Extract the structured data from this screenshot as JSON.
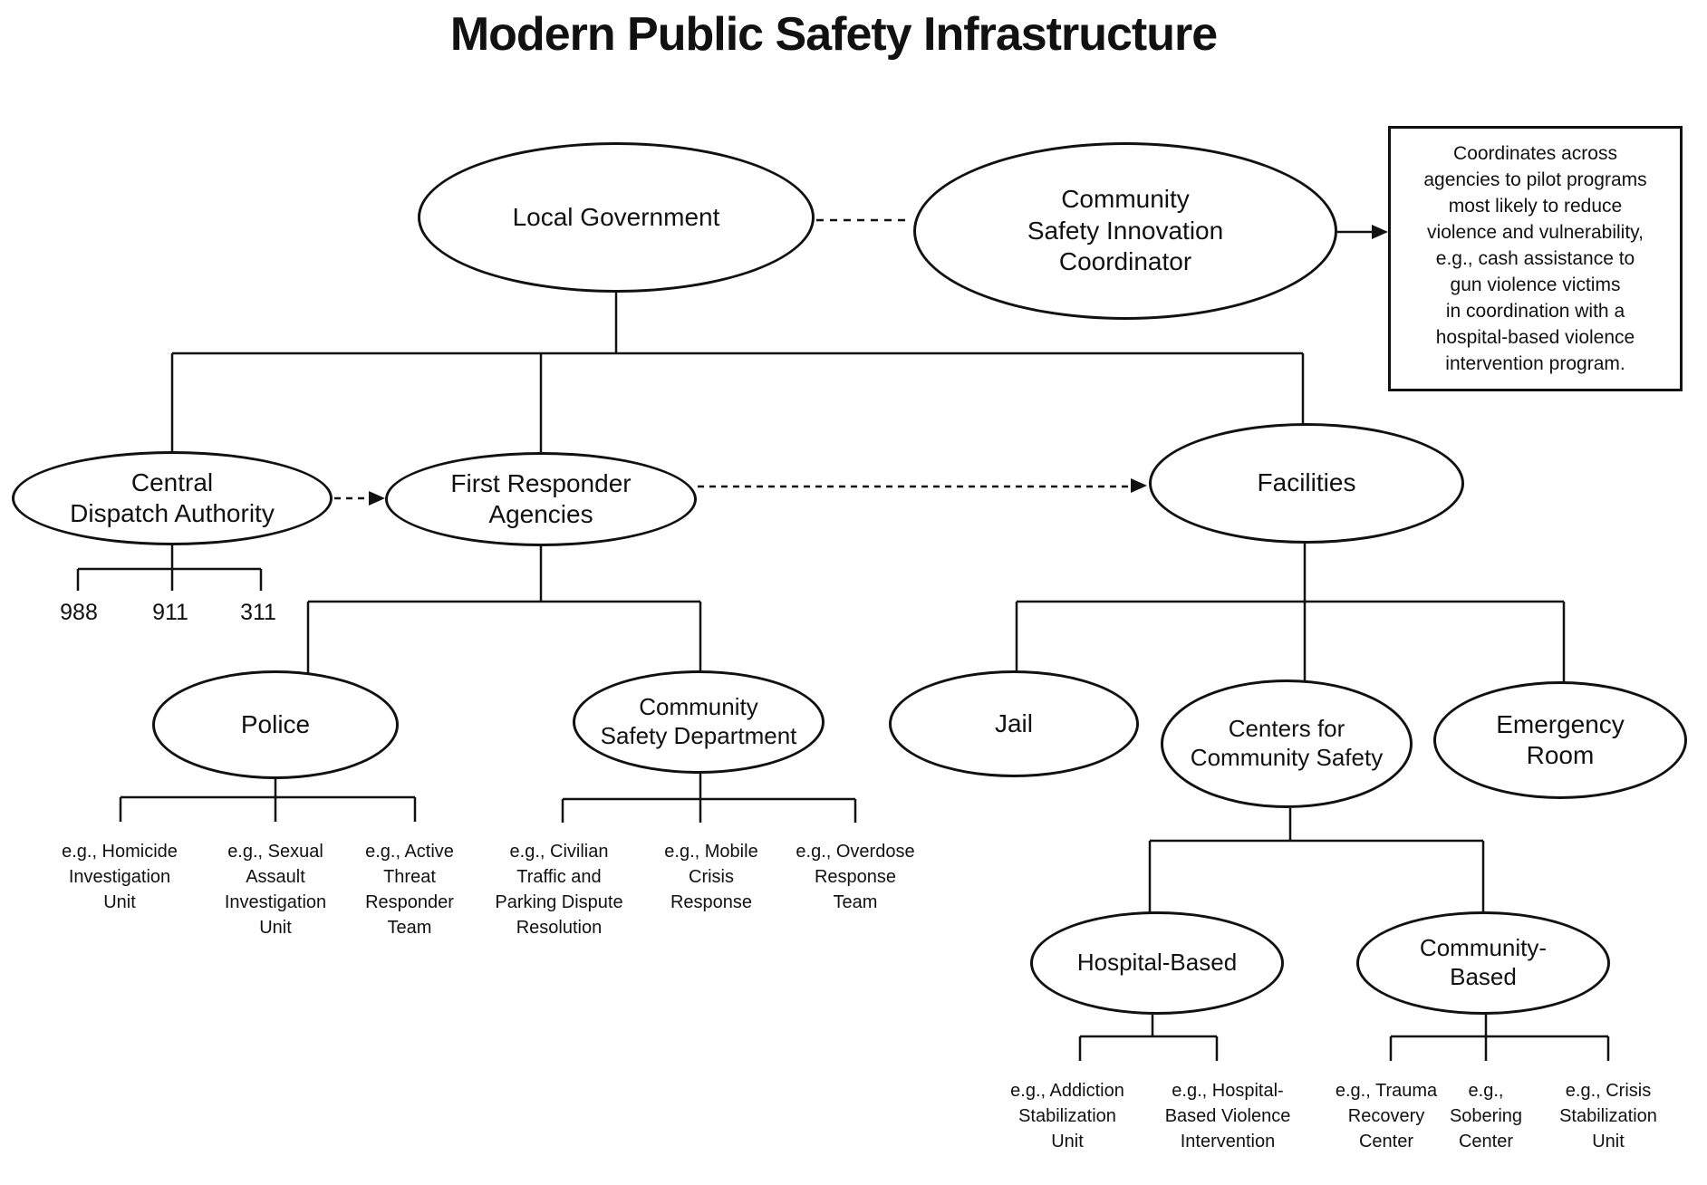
{
  "title": "Modern Public Safety Infrastructure",
  "colors": {
    "ink": "#111111",
    "background": "#ffffff"
  },
  "nodes": {
    "local_government": "Local Government",
    "innovation_coordinator": "Community\nSafety Innovation\nCoordinator",
    "central_dispatch": "Central\nDispatch Authority",
    "first_responder": "First Responder\nAgencies",
    "facilities": "Facilities",
    "police": "Police",
    "community_safety_dept": "Community\nSafety Department",
    "jail": "Jail",
    "centers_community_safety": "Centers for\nCommunity Safety",
    "emergency_room": "Emergency\nRoom",
    "hospital_based": "Hospital-Based",
    "community_based": "Community-\nBased"
  },
  "note_box": "Coordinates across\nagencies to pilot programs\nmost likely to reduce\nviolence and vulnerability,\ne.g., cash assistance to\ngun violence victims\nin coordination with a\nhospital-based violence\nintervention program.",
  "dispatch_numbers": [
    "988",
    "911",
    "311"
  ],
  "police_examples": [
    "e.g., Homicide\nInvestigation\nUnit",
    "e.g., Sexual\nAssault\nInvestigation\nUnit",
    "e.g., Active\nThreat\nResponder\nTeam"
  ],
  "csd_examples": [
    "e.g., Civilian\nTraffic and\nParking Dispute\nResolution",
    "e.g., Mobile\nCrisis\nResponse",
    "e.g., Overdose\nResponse\nTeam"
  ],
  "hospital_examples": [
    "e.g., Addiction\nStabilization\nUnit",
    "e.g., Hospital-\nBased Violence\nIntervention"
  ],
  "community_examples": [
    "e.g., Trauma\nRecovery\nCenter",
    "e.g.,\nSobering\nCenter",
    "e.g., Crisis\nStabilization\nUnit"
  ]
}
